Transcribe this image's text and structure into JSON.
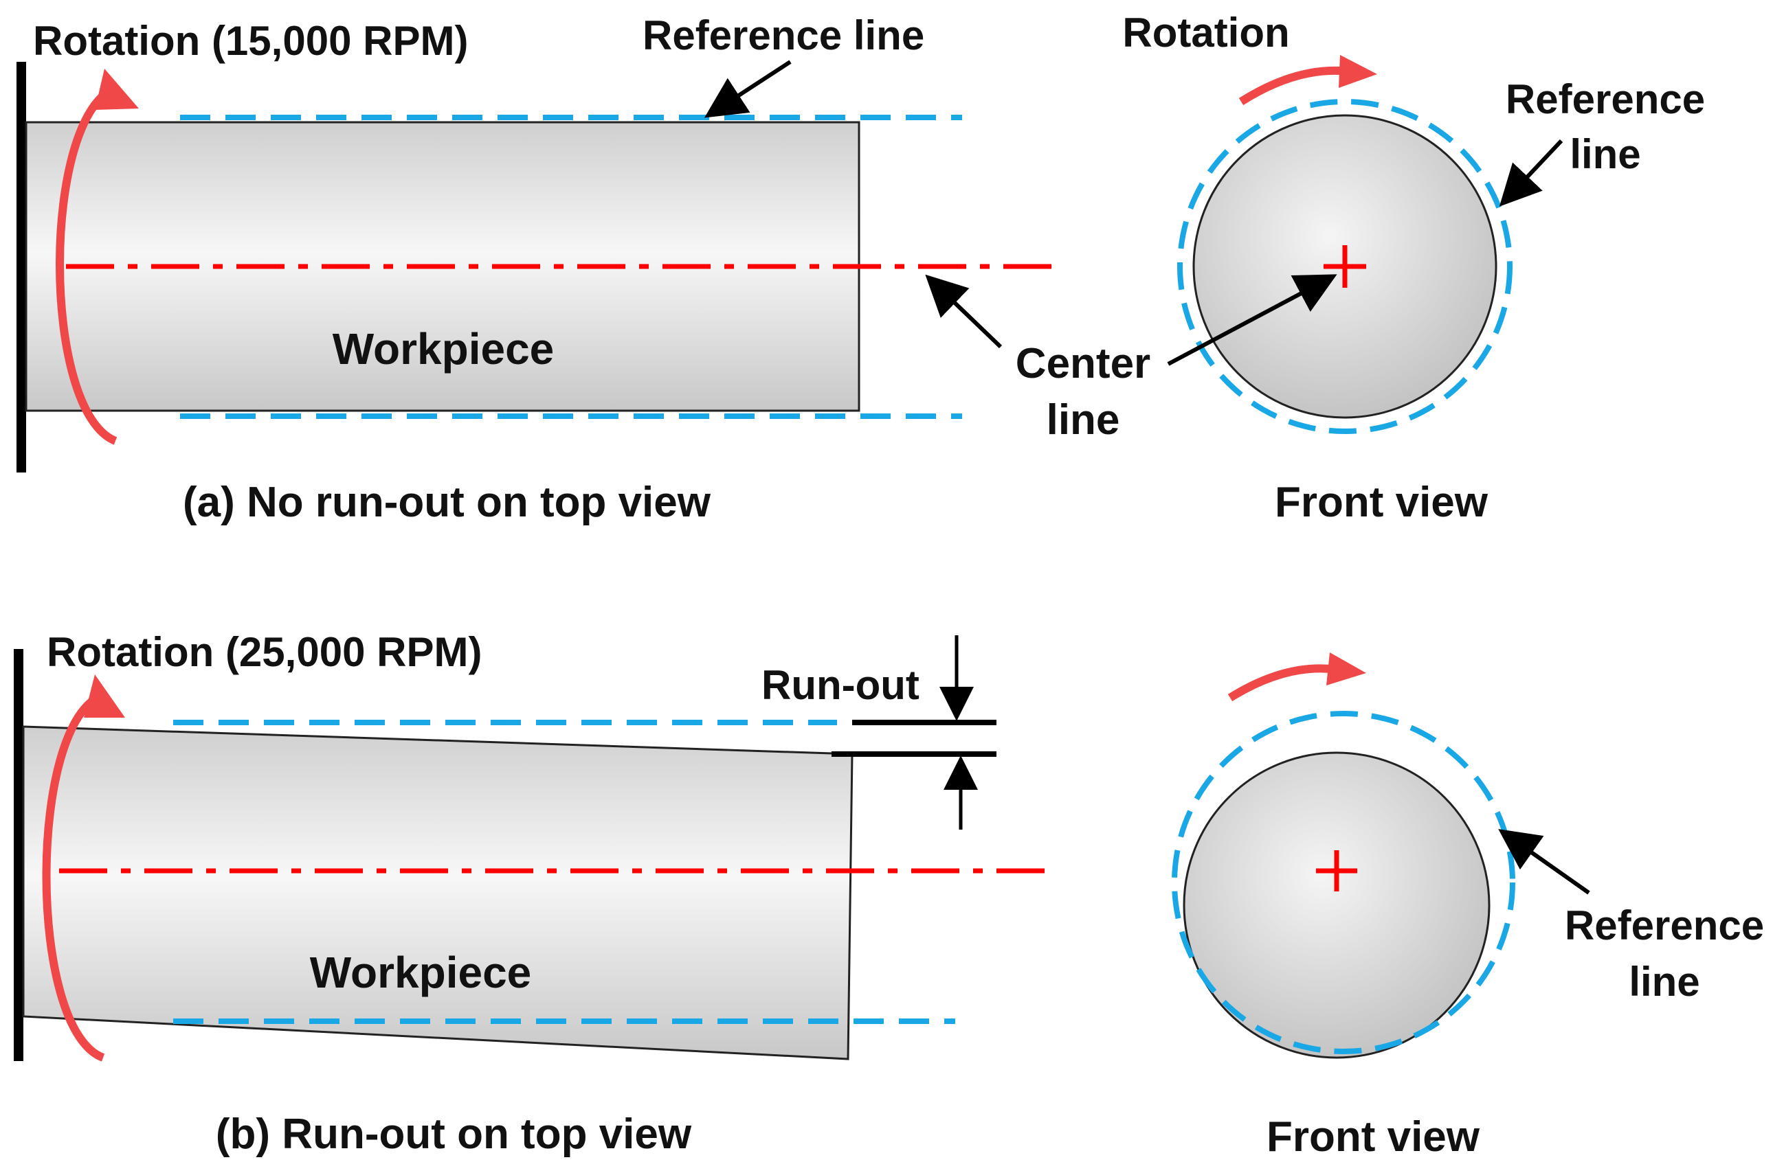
{
  "colors": {
    "reference_line": "#1aa7e6",
    "center_line": "#ff0000",
    "rotation_arrow": "#f04848",
    "outline": "#000000",
    "workpiece_fill": "#d6d6d6",
    "workpiece_highlight": "#f7f7f7"
  },
  "panel_a": {
    "rotation_label": "Rotation (15,000 RPM)",
    "reference_label": "Reference line",
    "workpiece_label": "Workpiece",
    "center_label": [
      "Center",
      "line"
    ],
    "caption": "(a) No run-out on top view",
    "front": {
      "rotation_label": "Rotation",
      "reference_label": [
        "Reference",
        "line"
      ],
      "caption": "Front view"
    }
  },
  "panel_b": {
    "rotation_label": "Rotation (25,000 RPM)",
    "runout_label": "Run-out",
    "workpiece_label": "Workpiece",
    "caption": "(b) Run-out on top view",
    "front": {
      "reference_label": [
        "Reference",
        "line"
      ],
      "caption": "Front view"
    }
  }
}
